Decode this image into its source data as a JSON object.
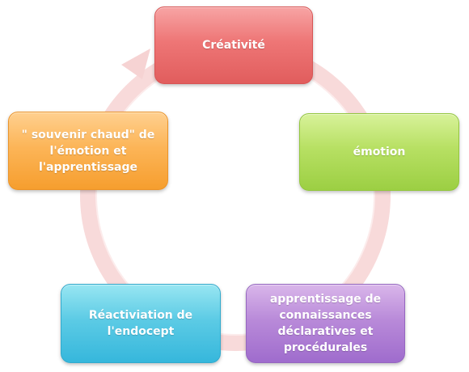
{
  "colors": {
    "ring": "#f8dada",
    "creativite": "#ee7676",
    "emotion": "#b7e063",
    "apprentissage": "#b98ad9",
    "reactivation": "#5ccbe5",
    "souvenir": "#fcb558"
  },
  "diagram": {
    "type": "cycle",
    "nodes": [
      {
        "id": "creativite",
        "label": "Créativité"
      },
      {
        "id": "emotion",
        "label": "émotion"
      },
      {
        "id": "apprentissage",
        "label": "apprentissage de\nconnaissances\ndéclaratives et\nprocédurales"
      },
      {
        "id": "reactivation",
        "label": "Réactiviation de\nl'endocept"
      },
      {
        "id": "souvenir",
        "label": "\" souvenir chaud\" de\nl'émotion et\nl'apprentissage"
      }
    ]
  }
}
